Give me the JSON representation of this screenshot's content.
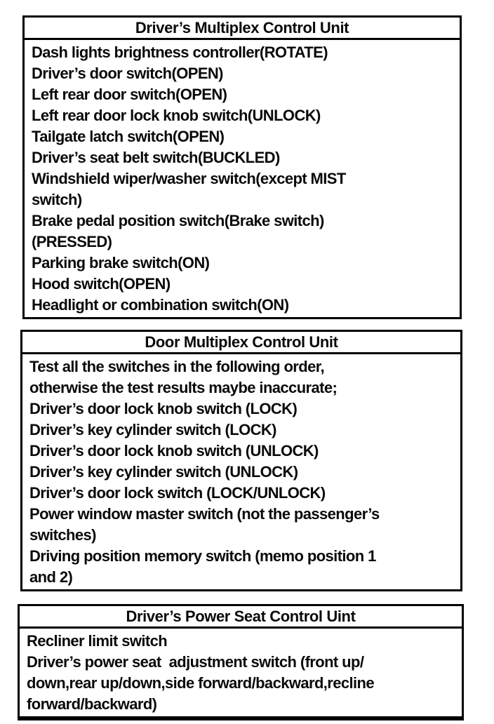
{
  "page": {
    "background": "#ffffff",
    "text_color": "#0a0a0a",
    "border_color": "#000000"
  },
  "boxes": [
    {
      "title": "Driver’s Multiplex Control Unit",
      "lines": [
        "Dash lights brightness controller(ROTATE)",
        "Driver’s door switch(OPEN)",
        "Left rear door switch(OPEN)",
        "Left rear door lock knob switch(UNLOCK)",
        "Tailgate latch switch(OPEN)",
        "Driver’s seat belt switch(BUCKLED)",
        "Windshield wiper/washer switch(except MIST",
        "switch)",
        "Brake pedal position switch(Brake switch)",
        "(PRESSED)",
        "Parking brake switch(ON)",
        "Hood switch(OPEN)",
        "Headlight or combination switch(ON)"
      ]
    },
    {
      "title": "Door Multiplex Control Unit",
      "lines": [
        "Test all the switches in the following order,",
        "otherwise the test results maybe inaccurate;",
        "Driver’s door lock knob switch (LOCK)",
        "Driver’s key cylinder switch (LOCK)",
        "Driver’s door lock knob switch (UNLOCK)",
        "Driver’s key cylinder switch (UNLOCK)",
        "Driver’s door lock switch (LOCK/UNLOCK)",
        "Power window master switch (not the passenger’s",
        "switches)",
        "Driving position memory switch (memo position 1",
        "and 2)"
      ]
    },
    {
      "title": "Driver’s Power Seat Control Uint",
      "lines": [
        "Recliner limit switch",
        "Driver’s power seat  adjustment switch (front up/",
        "down,rear up/down,side forward/backward,recline",
        "forward/backward)"
      ]
    }
  ]
}
